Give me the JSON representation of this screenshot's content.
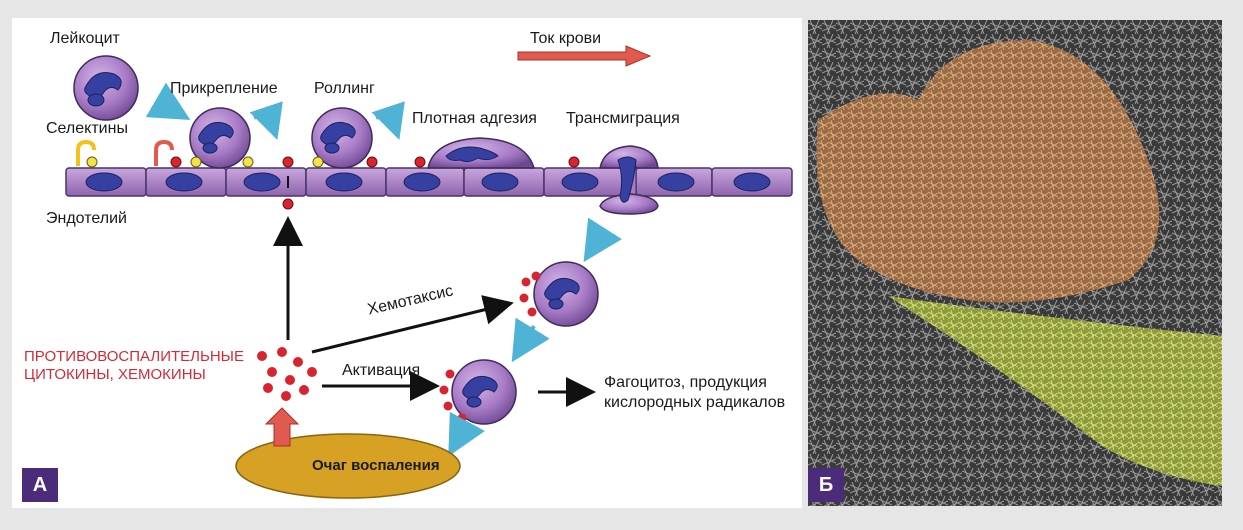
{
  "labels": {
    "leukocyte": "Лейкоцит",
    "attachment": "Прикрепление",
    "rolling": "Роллинг",
    "tight_adhesion": "Плотная адгезия",
    "transmigration": "Трансмиграция",
    "blood_flow": "Ток крови",
    "selectins": "Селектины",
    "endothelium": "Эндотелий",
    "chemotaxis": "Хемотаксис",
    "activation": "Активация",
    "cytokines_line1": "ПРОТИВОВОСПАЛИТЕЛЬНЫЕ",
    "cytokines_line2": "ЦИТОКИНЫ, ХЕМОКИНЫ",
    "phagocytosis_line1": "Фагоцитоз, продукция",
    "phagocytosis_line2": "кислородных радикалов",
    "focus": "Очаг воспаления"
  },
  "panels": {
    "a": "А",
    "b": "Б"
  },
  "colors": {
    "cell_fill": "#a77bc6",
    "cell_edge": "#3f2a5a",
    "nucleus": "#3540a0",
    "chemokine": "#d9242f",
    "selectin_dot": "#f3e34a",
    "arrow_blue": "#4fb3d6",
    "arrow_red": "#e05a4f",
    "focus_fill": "#d7a223",
    "text_red": "#d42a36",
    "badge": "#4b2c7a"
  }
}
